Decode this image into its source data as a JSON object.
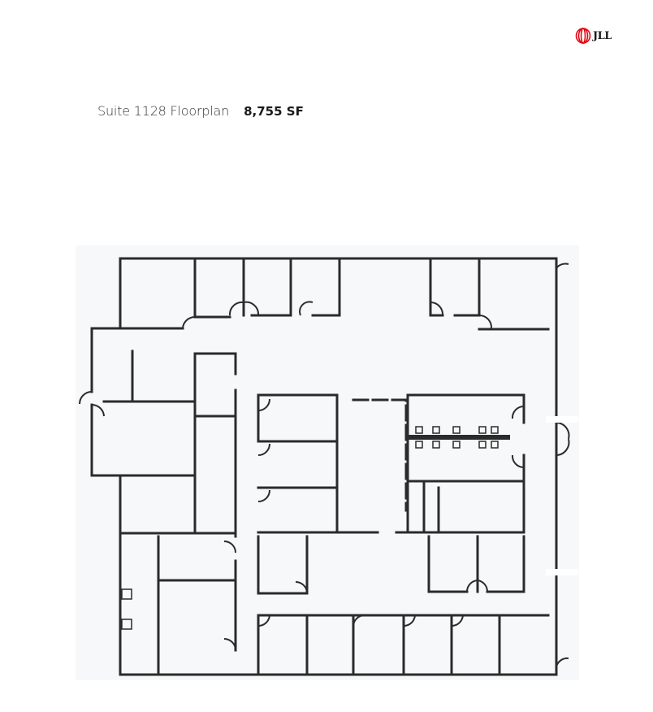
{
  "brand": {
    "name": "JLL",
    "color": "#e30613"
  },
  "header": {
    "title": "Suite 1128 Floorplan",
    "area": "8,755 SF"
  },
  "floorplan": {
    "stroke": "#2b2b2b",
    "background": "#f7f8f9"
  }
}
